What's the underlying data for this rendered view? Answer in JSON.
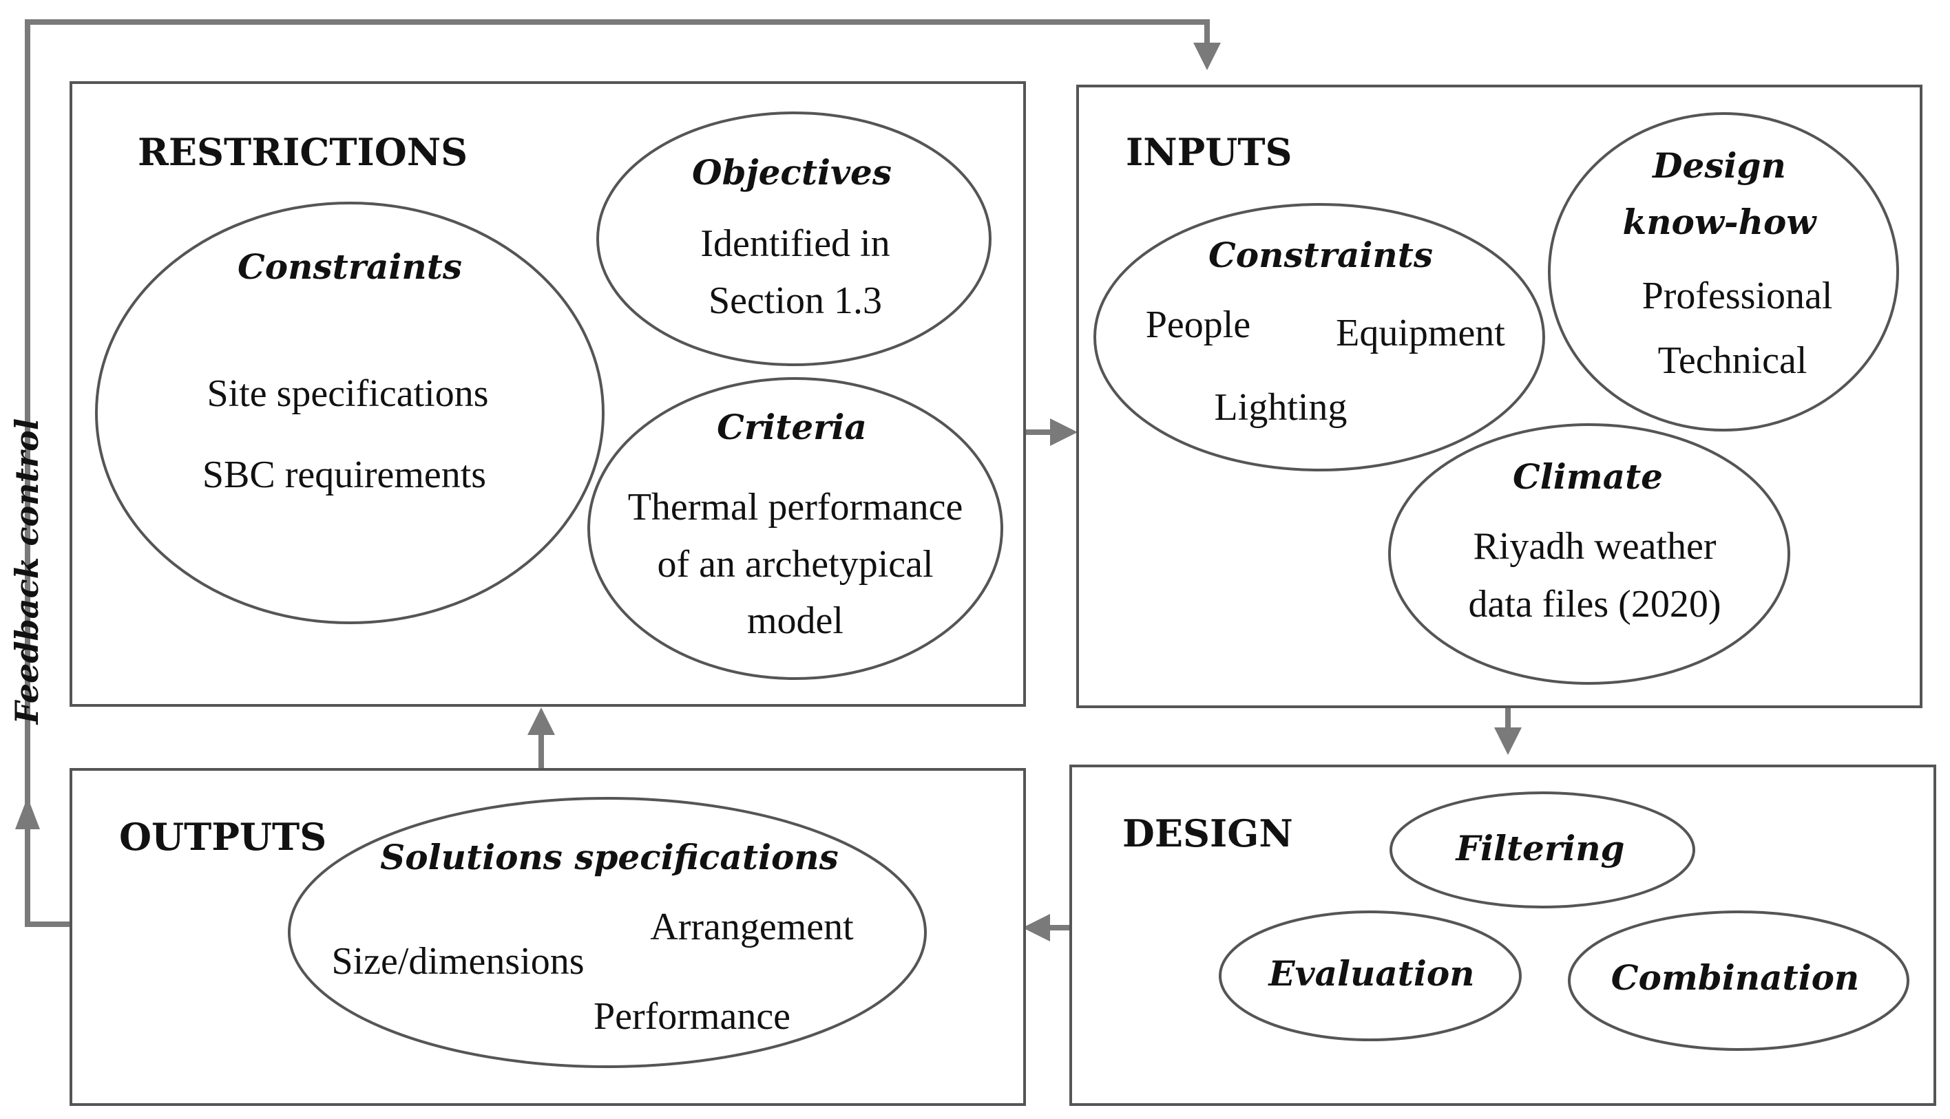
{
  "feedback_label": "Feedback control",
  "restrictions": {
    "title": "RESTRICTIONS",
    "constraints": {
      "title": "Constraints",
      "items": [
        "Site specifications",
        "SBC requirements"
      ]
    },
    "objectives": {
      "title": "Objectives",
      "lines": [
        "Identified in",
        "Section 1.3"
      ]
    },
    "criteria": {
      "title": "Criteria",
      "lines": [
        "Thermal performance",
        "of an archetypical",
        "model"
      ]
    }
  },
  "inputs": {
    "title": "INPUTS",
    "constraints": {
      "title": "Constraints",
      "items": [
        "People",
        "Equipment",
        "Lighting"
      ]
    },
    "design_know_how": {
      "title_lines": [
        "Design",
        "know-how"
      ],
      "items": [
        "Professional",
        "Technical"
      ]
    },
    "climate": {
      "title": "Climate",
      "lines": [
        "Riyadh weather",
        "data files (2020)"
      ]
    }
  },
  "outputs": {
    "title": "OUTPUTS",
    "solutions": {
      "title": "Solutions specifications",
      "items": [
        "Arrangement",
        "Size/dimensions",
        "Performance"
      ]
    }
  },
  "design": {
    "title": "DESIGN",
    "filtering": "Filtering",
    "evaluation": "Evaluation",
    "combination": "Combination"
  },
  "colors": {
    "border": "#555555",
    "connector": "#7a7a7a",
    "text": "#111111"
  }
}
